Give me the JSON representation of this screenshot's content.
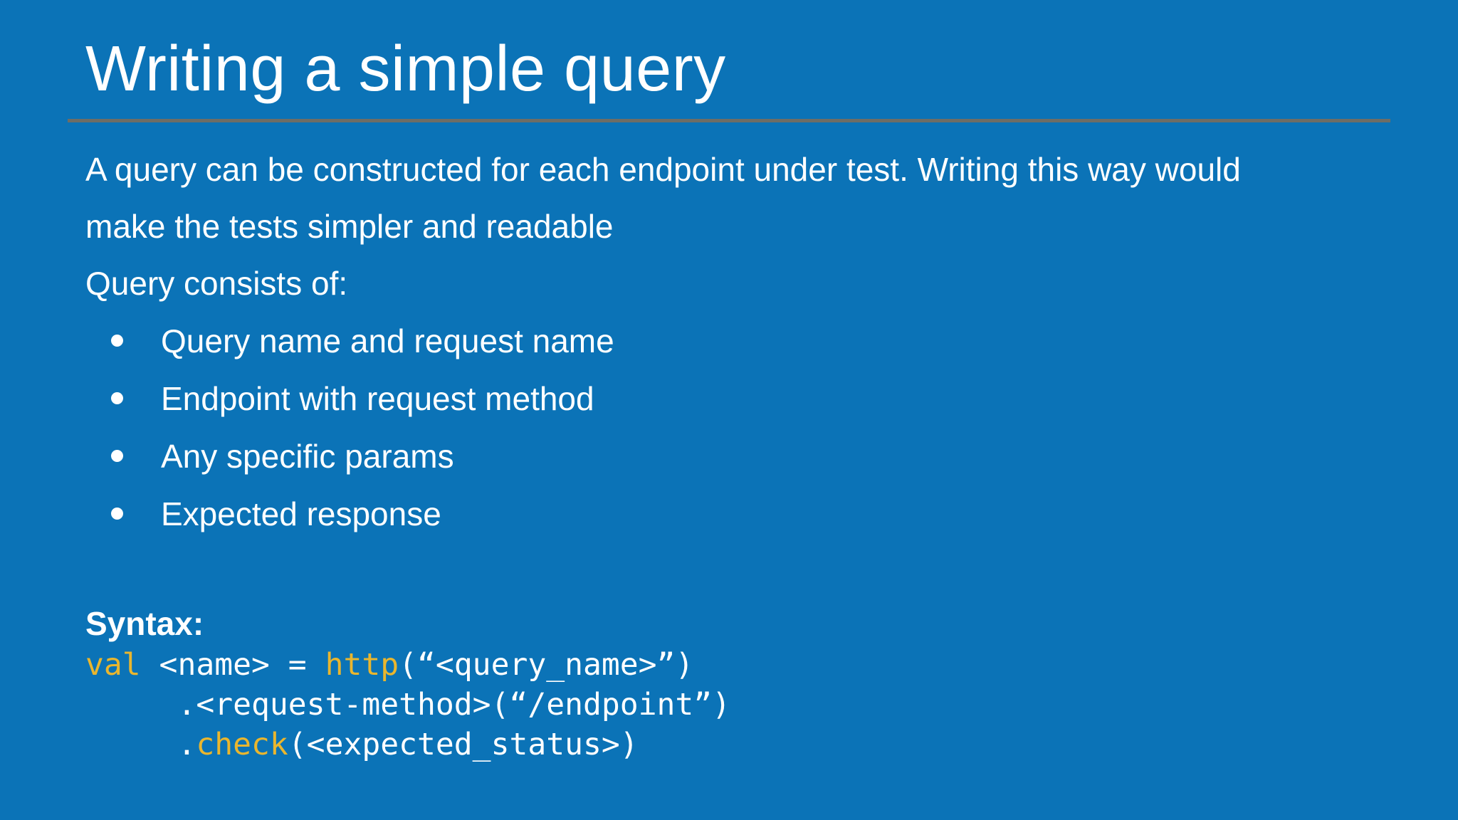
{
  "slide": {
    "title": "Writing a simple query",
    "paragraph_lines": [
      "A query can be constructed for each endpoint under test. Writing this way would",
      "make the tests simpler and readable"
    ],
    "list_intro": "Query consists of:",
    "bullets": [
      "Query name and request name",
      "Endpoint with request method",
      "Any specific params",
      "Expected response"
    ],
    "syntax_label": "Syntax:",
    "code": {
      "line1": {
        "kw_val": "val",
        "mid": " <name> = ",
        "kw_http": "http",
        "rest": "(“<query_name>”)"
      },
      "line2": {
        "text": "     .<request-method>(“/endpoint”)"
      },
      "line3": {
        "lead": "     .",
        "kw_check": "check",
        "rest": "(<expected_status>)"
      }
    },
    "colors": {
      "background": "#0b73b7",
      "text": "#ffffff",
      "rule": "#6e6d65",
      "keyword": "#e9b62e"
    }
  }
}
